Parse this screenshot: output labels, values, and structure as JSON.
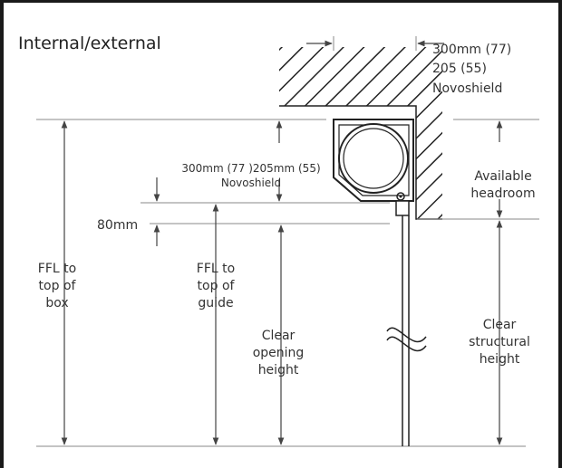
{
  "title": "Internal/external",
  "labels": {
    "top_right": [
      "300mm (77)",
      "205 (55)",
      "Novoshield"
    ],
    "box_size": [
      "300mm (77 )205mm (55)",
      "Novoshield"
    ],
    "gap": "80mm",
    "ffl_box": [
      "FFL to",
      "top of",
      "box"
    ],
    "ffl_guide": [
      "FFL to",
      "top of",
      "guide"
    ],
    "clear_opening": [
      "Clear",
      "opening",
      "height"
    ],
    "headroom": [
      "Available",
      "headroom"
    ],
    "clear_structural": [
      "Clear",
      "structural",
      "height"
    ]
  },
  "colors": {
    "line": "#333333",
    "guide_line": "#666666",
    "frame": "#1a1a1a"
  }
}
